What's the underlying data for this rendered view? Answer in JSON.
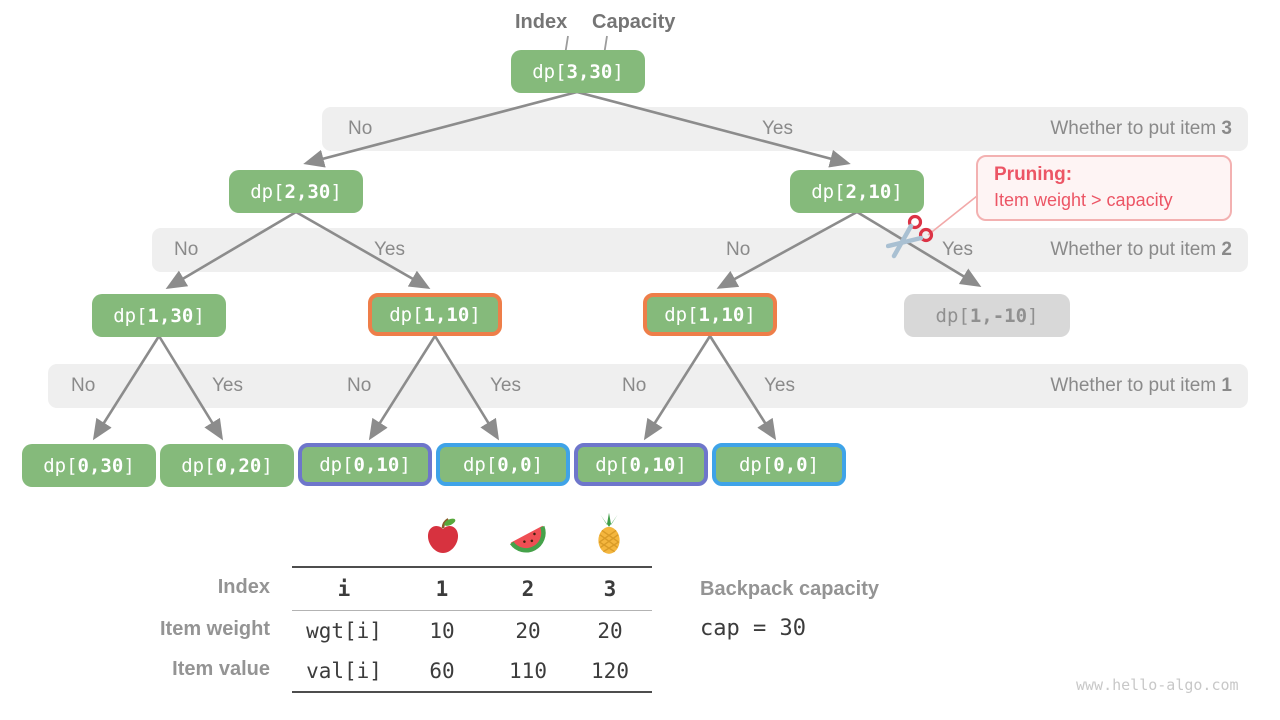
{
  "pointer_labels": {
    "index": "Index",
    "capacity": "Capacity"
  },
  "nodes": [
    {
      "label": "dp[3,30]"
    },
    {
      "label": "dp[2,30]"
    },
    {
      "label": "dp[2,10]"
    },
    {
      "label": "dp[1,30]"
    },
    {
      "label": "dp[1,10]"
    },
    {
      "label": "dp[1,10]"
    },
    {
      "label": "dp[1,-10]"
    },
    {
      "label": "dp[0,30]"
    },
    {
      "label": "dp[0,20]"
    },
    {
      "label": "dp[0,10]"
    },
    {
      "label": "dp[0,0]"
    },
    {
      "label": "dp[0,10]"
    },
    {
      "label": "dp[0,0]"
    }
  ],
  "bands": [
    {
      "labels": [
        "No",
        "Yes"
      ],
      "question": "Whether to put item 3"
    },
    {
      "labels": [
        "No",
        "Yes",
        "No",
        "Yes"
      ],
      "question": "Whether to put item 2"
    },
    {
      "labels": [
        "No",
        "Yes",
        "No",
        "Yes",
        "No",
        "Yes"
      ],
      "question": "Whether to put item 1"
    }
  ],
  "pruning": {
    "title": "Pruning:",
    "text": "Item weight > capacity"
  },
  "table": {
    "fruits": [
      "apple",
      "watermelon",
      "pineapple"
    ],
    "rows": [
      {
        "label": "Index",
        "cells": [
          "i",
          "1",
          "2",
          "3"
        ]
      },
      {
        "label": "Item weight",
        "cells": [
          "wgt[i]",
          "10",
          "20",
          "20"
        ]
      },
      {
        "label": "Item value",
        "cells": [
          "val[i]",
          "60",
          "110",
          "120"
        ]
      }
    ]
  },
  "capacity": {
    "label": "Backpack capacity",
    "value": "cap = 30"
  },
  "watermark": "www.hello-algo.com",
  "colors": {
    "node_green": "#85ba7b",
    "node_gray_bg": "#d8d8d8",
    "border_orange": "#ee7e49",
    "border_blue": "#3fa3e8",
    "border_purple": "#6e76cb",
    "band_bg": "#efefef",
    "pruning_red": "#ec5565",
    "arrow_gray": "#8c8c8c"
  }
}
